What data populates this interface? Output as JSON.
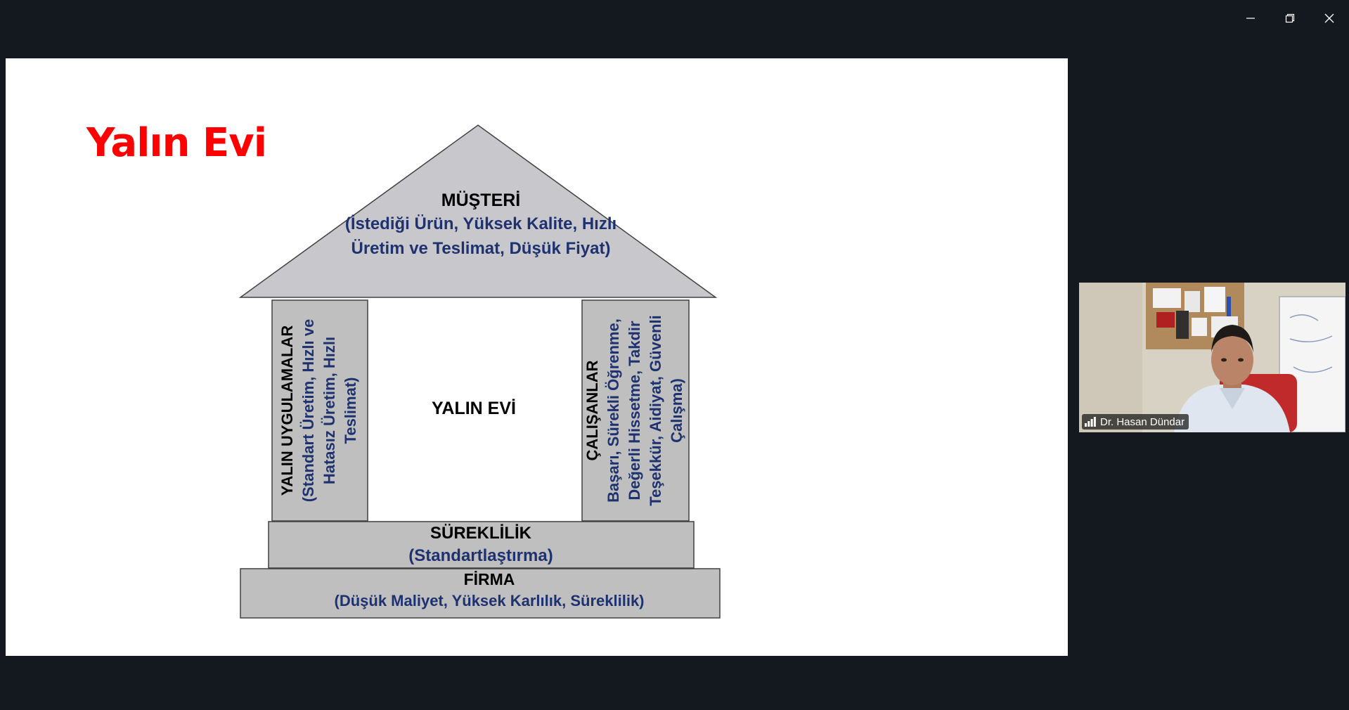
{
  "window": {
    "controls": {
      "minimize": "minimize-icon",
      "restore": "restore-icon",
      "close": "close-icon"
    }
  },
  "slide": {
    "title": "Yalın Evi",
    "roof": {
      "heading": "MÜŞTERİ",
      "line1": "(İstediği Ürün, Yüksek Kalite, Hızlı",
      "line2": "Üretim ve Teslimat, Düşük Fiyat)"
    },
    "left_pillar": {
      "line1": "YALIN UYGULAMALAR",
      "line2": "(Standart Üretim, Hızlı ve",
      "line3": "Hatasız Üretim, Hızlı",
      "line4": "Teslimat)"
    },
    "center": "YALIN EVİ",
    "right_pillar": {
      "line1": "ÇALIŞANLAR",
      "line2": "Başarı, Sürekli Öğrenme,",
      "line3": "Değerli Hissetme, Takdir",
      "line4": "Teşekkür, Aidiyat, Güvenli",
      "line5": "Çalışma)"
    },
    "step": {
      "heading": "SÜREKLİLİK",
      "sub": "(Standartlaştırma)"
    },
    "base": {
      "heading": "FİRMA",
      "sub": "(Düşük Maliyet, Yüksek Karlılık, Süreklilik)"
    },
    "colors": {
      "title": "#ff0000",
      "shape_fill": "#bfbfbf",
      "roof_fill": "#c8c7cb",
      "blue_text": "#1f3270"
    }
  },
  "video": {
    "participant_name": "Dr. Hasan Dündar",
    "signal_icon": "signal-bars-icon"
  }
}
